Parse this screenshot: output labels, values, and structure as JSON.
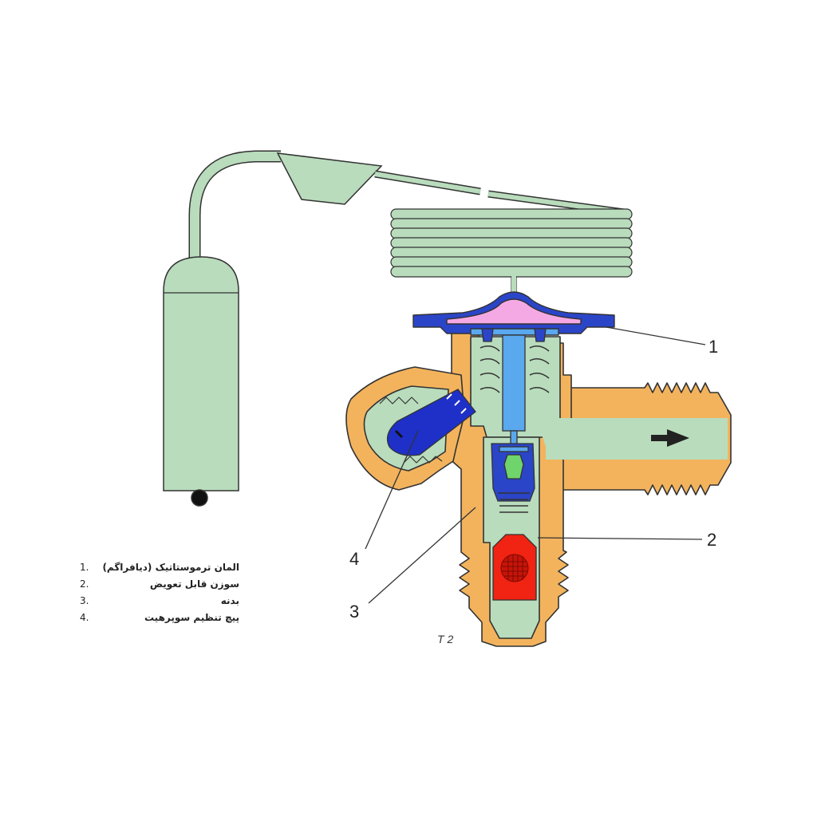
{
  "callouts": [
    {
      "number": "1"
    },
    {
      "number": "2"
    },
    {
      "number": "3"
    },
    {
      "number": "4"
    }
  ],
  "figure_label": "T 2",
  "legend": [
    {
      "number": "1.",
      "text": "المان ترموستاتیک (دیافراگم)"
    },
    {
      "number": "2.",
      "text": "سوزن قابل تعویض"
    },
    {
      "number": "3.",
      "text": "بدنه"
    },
    {
      "number": "4.",
      "text": "پیچ تنظیم سوپرهیت"
    }
  ],
  "colors": {
    "bulb_green": "#b9dcbc",
    "brass_orange": "#f3b35d",
    "diaphragm_blue": "#2b45c8",
    "diaphragm_pink": "#f4a9e4",
    "stem_blue": "#5aa8ee",
    "orifice_red": "#f12313",
    "needle_green": "#6fd46c",
    "outline": "#333333"
  },
  "icons": [
    "flow-arrow-icon"
  ]
}
